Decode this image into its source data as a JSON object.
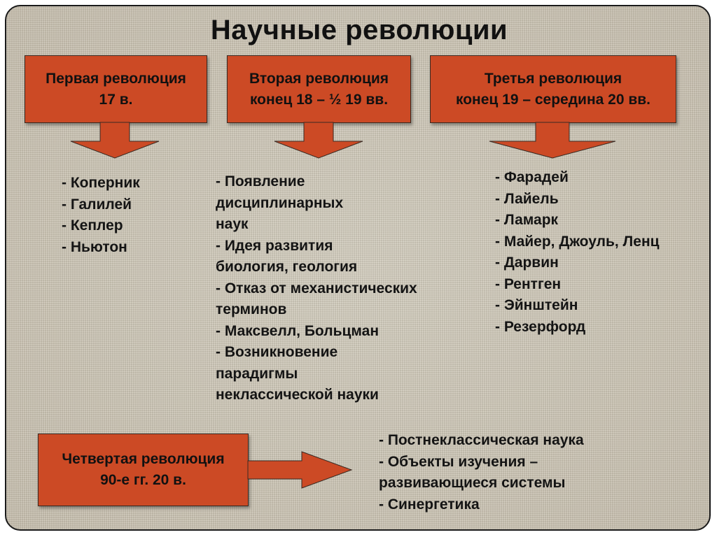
{
  "title": "Научные революции",
  "colors": {
    "box_fill": "#cc4a25",
    "text_item": "#141414",
    "background": "#d2cbbb"
  },
  "revolutions": [
    {
      "name": "Первая революция",
      "period": "17 в.",
      "items": [
        "Коперник",
        "Галилей",
        "Кеплер",
        "Ньютон"
      ]
    },
    {
      "name": "Вторая революция",
      "period": "конец 18 – ½ 19 вв.",
      "items": [
        "Появление",
        "дисциплинарных",
        "наук",
        "Идея развития",
        "биология, геология",
        "Отказ от механистических",
        "терминов",
        "Максвелл, Больцман",
        "Возникновение",
        "парадигмы",
        "неклассической науки"
      ]
    },
    {
      "name": "Третья революция",
      "period": "конец 19 – середина 20 вв.",
      "items": [
        "Фарадей",
        "Лайель",
        "Ламарк",
        "Майер, Джоуль, Ленц",
        "Дарвин",
        "Рентген",
        "Эйнштейн",
        "Резерфорд"
      ]
    },
    {
      "name": "Четвертая революция",
      "period": "90-е гг. 20 в.",
      "items": [
        "Постнеклассическая наука",
        "Объекты изучения –",
        "развивающиеся системы",
        "Синергетика"
      ]
    }
  ]
}
